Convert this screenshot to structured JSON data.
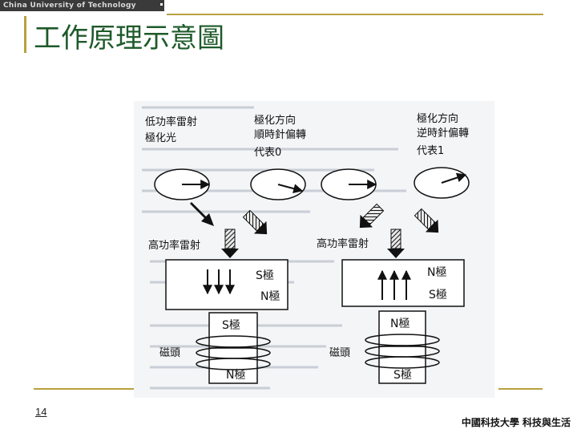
{
  "header": {
    "university_name": "China University of Technology"
  },
  "slide": {
    "title": "工作原理示意圖",
    "page_number": "14"
  },
  "footer": {
    "brand": "中國科技大學  科技與生活"
  },
  "diagram": {
    "low_power_laser": [
      "低功率雷射",
      "極化光"
    ],
    "clockwise_polarization": [
      "極化方向",
      "順時針偏轉",
      "代表0"
    ],
    "counterclockwise_polarization": [
      "極化方向",
      "逆時針偏轉",
      "代表1"
    ],
    "high_power_laser_left": "高功率雷射",
    "high_power_laser_right": "高功率雷射",
    "left_medium": {
      "top_pole": "S極",
      "bottom_pole": "N極"
    },
    "right_medium": {
      "top_pole": "N極",
      "bottom_pole": "S極"
    },
    "left_head": {
      "top_pole": "S極",
      "bottom_pole": "N極",
      "label": "磁頭"
    },
    "right_head": {
      "top_pole": "N極",
      "bottom_pole": "S極",
      "label": "磁頭"
    }
  }
}
